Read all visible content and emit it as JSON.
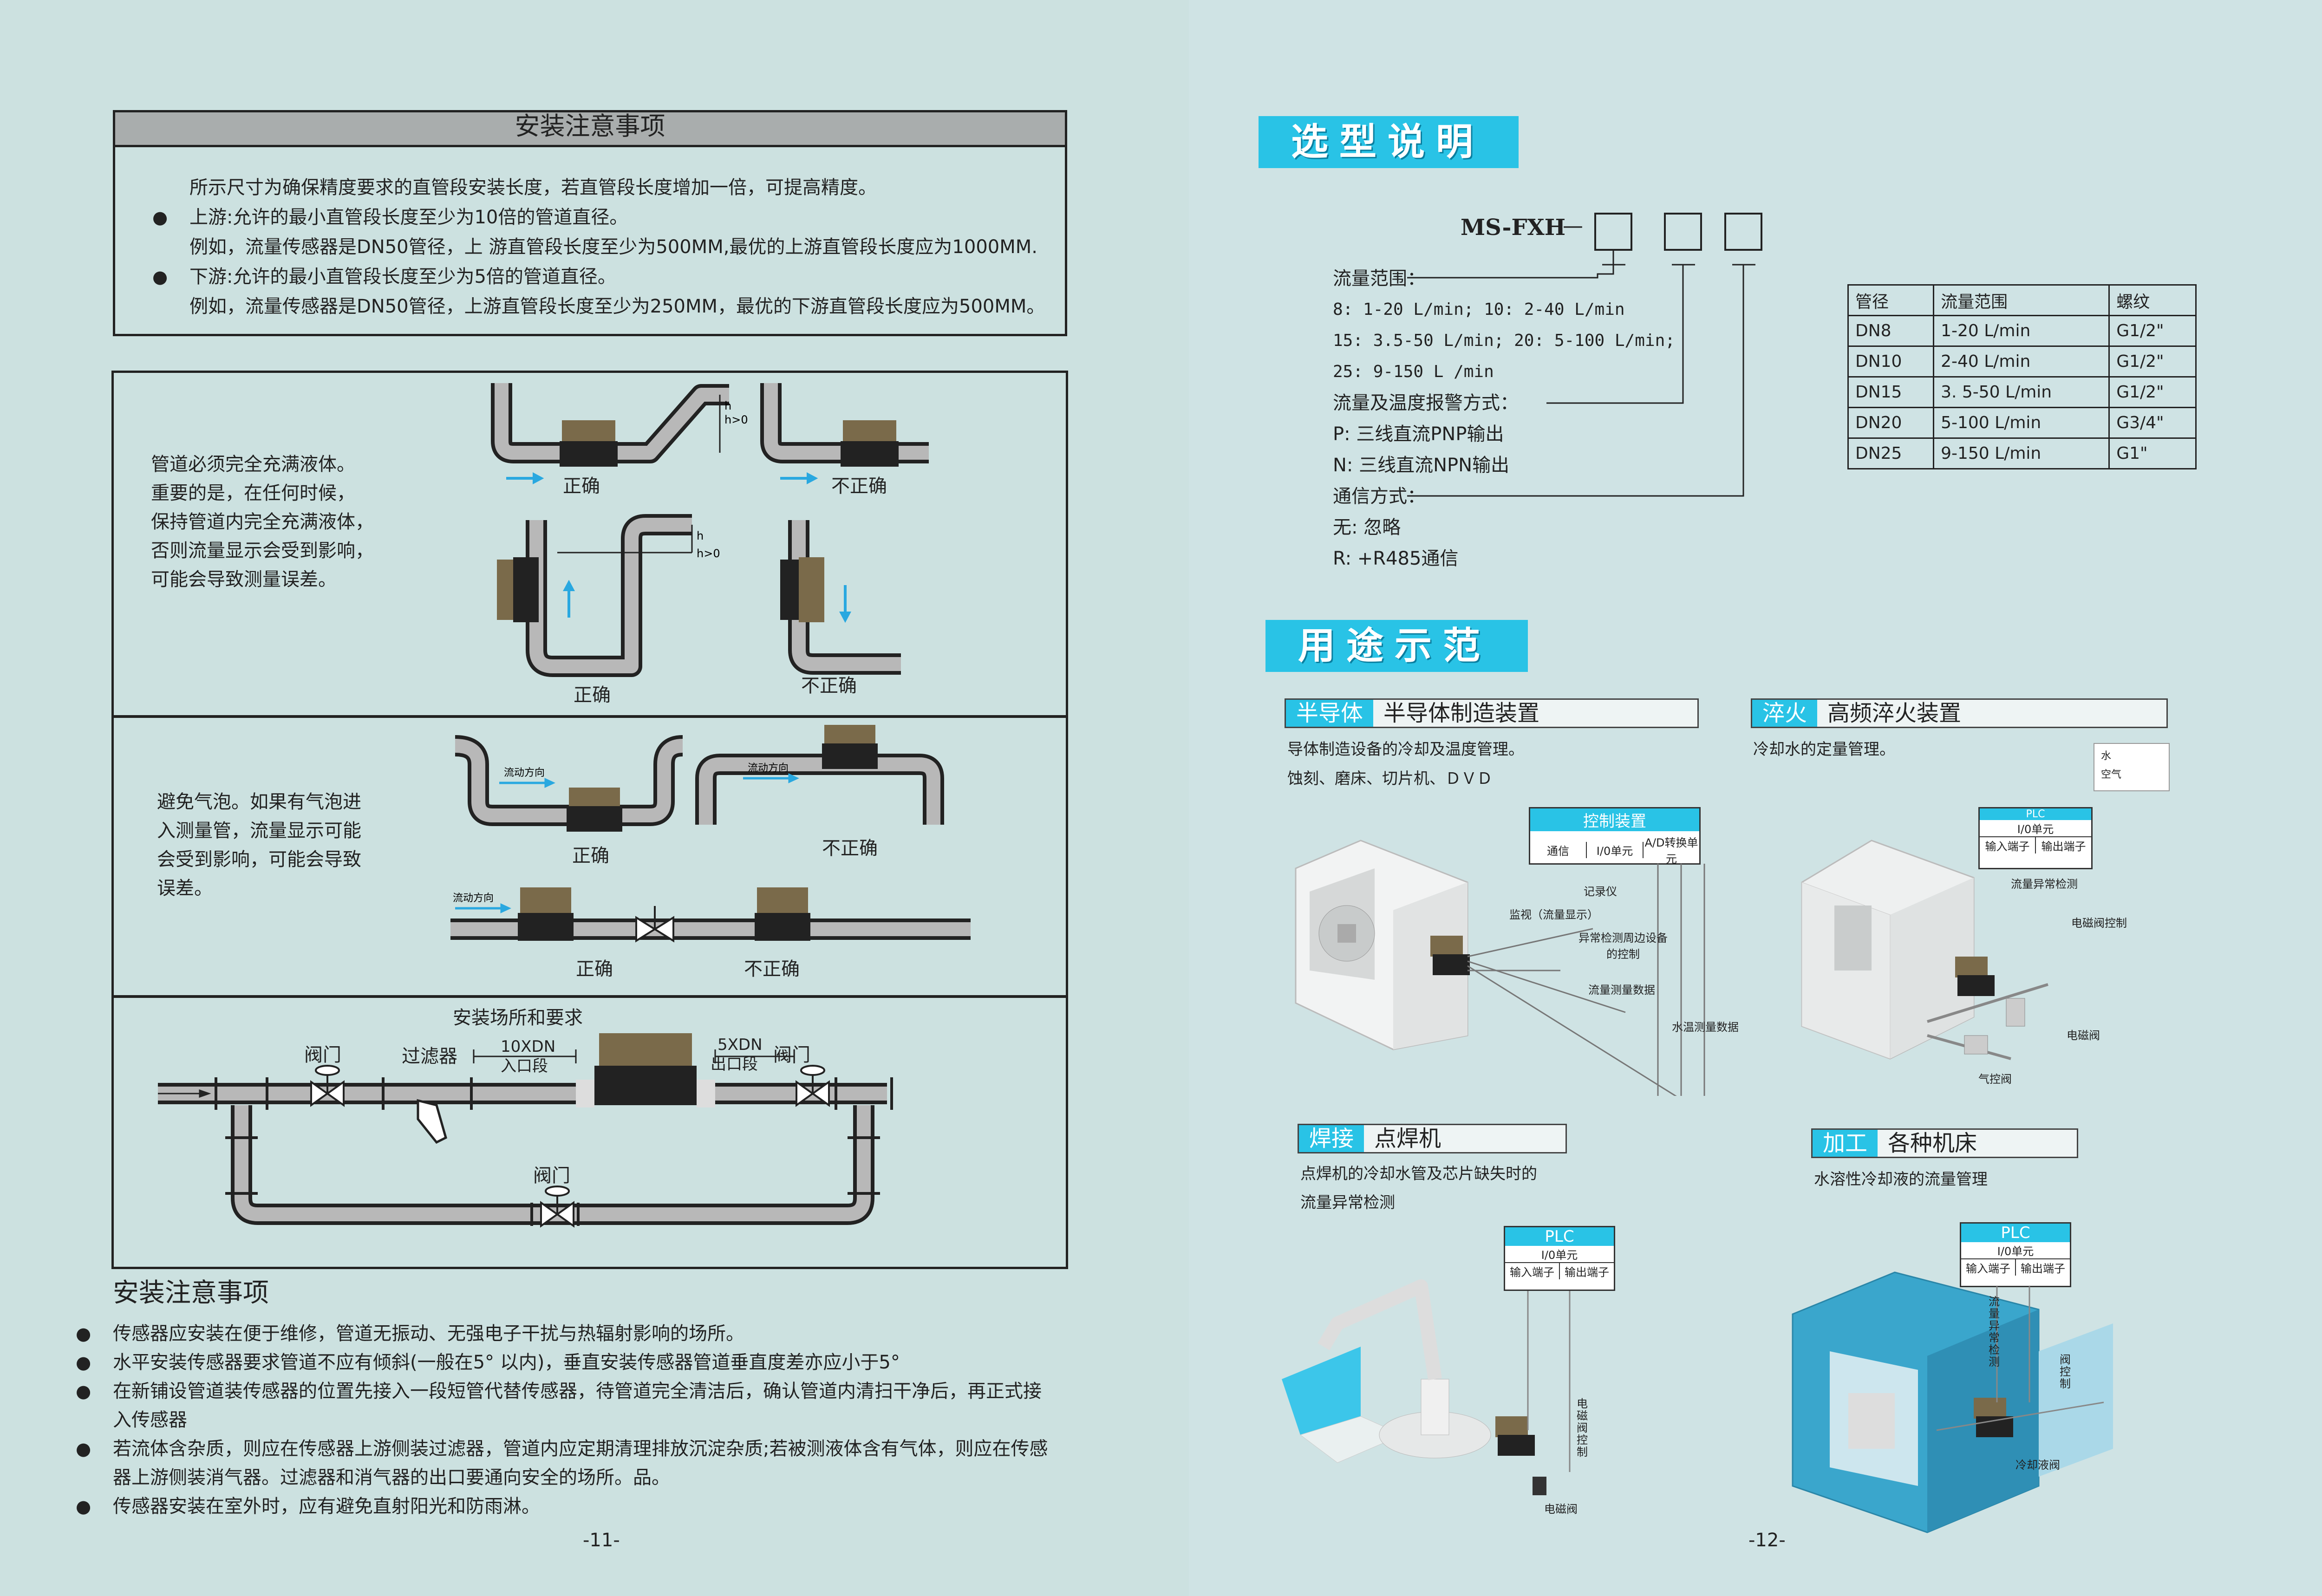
{
  "left": {
    "notice_title": "安装注意事项",
    "notice_lines": [
      "所示尺寸为确保精度要求的直管段安装长度，若直管段长度增加一倍，可提高精度。",
      "上游:允许的最小直管段长度至少为10倍的管道直径。",
      "例如，流量传感器是DN50管径，上  游直管段长度至少为500MM,最优的上游直管段长度应为1000MM.",
      "下游:允许的最小直管段长度至少为5倍的管道直径。",
      "例如，流量传感器是DN50管径，上游直管段长度至少为250MM，最优的下游直管段长度应为500MM。"
    ],
    "section1_text": [
      "管道必须完全充满液体。",
      "重要的是，在任何时候，",
      "保持管道内完全充满液体，",
      "否则流量显示会受到影响，",
      "可能会导致测量误差。"
    ],
    "section2_text": [
      "避免气泡。如果有气泡进",
      "入测量管，流量显示可能",
      "会受到影响，可能会导致",
      "误差。"
    ],
    "correct": "正确",
    "incorrect": "不正确",
    "h_label": "h",
    "h_gt0": "h>0",
    "flow_dir": "流动方向",
    "section3_title": "安装场所和要求",
    "valve": "阀门",
    "filter": "过滤器",
    "inlet_len": "10XDN",
    "inlet_label": "入口段",
    "outlet_len": "5XDN",
    "outlet_label": "出口段",
    "notes_title": "安装注意事项",
    "notes": [
      "传感器应安装在便于维修，管道无振动、无强电子干扰与热辐射影响的场所。",
      "水平安装传感器要求管道不应有倾斜(一般在5° 以内)，垂直安装传感器管道垂直度差亦应小于5°",
      "在新铺设管道装传感器的位置先接入一段短管代替传感器，待管道完全清洁后，确认管道内清扫干净后，再正式接",
      "入传感器",
      "若流体含杂质，则应在传感器上游侧装过滤器，管道内应定期清理排放沉淀杂质;若被测液体含有气体，则应在传感",
      "器上游侧装消气器。过滤器和消气器的出口要通向安全的场所。品。",
      "传感器安装在室外时，应有避免直射阳光和防雨淋。"
    ],
    "page_no": "-11-"
  },
  "right": {
    "selection_banner": "选型说明",
    "model": "MS-FXH",
    "model_dash": "—",
    "spec_lines": [
      "流量范围：",
      "8: 1-20 L/min; 10: 2-40 L/min",
      "15: 3.5-50 L/min; 20: 5-100 L/min;",
      "25: 9-150 L /min",
      "流量及温度报警方式：",
      "P: 三线直流PNP输出",
      "N: 三线直流NPN输出",
      "通信方式：",
      "无: 忽略",
      "R: +R485通信"
    ],
    "table_header": [
      "管径",
      "流量范围",
      "螺纹"
    ],
    "table_rows": [
      [
        "DN8",
        "1-20 L/min",
        "G1/2\""
      ],
      [
        "DN10",
        "2-40 L/min",
        "G1/2\""
      ],
      [
        "DN15",
        "3. 5-50 L/min",
        "G1/2\""
      ],
      [
        "DN20",
        "5-100 L/min",
        "G3/4\""
      ],
      [
        "DN25",
        "9-150 L/min",
        "G1\""
      ]
    ],
    "usage_banner": "用途示范",
    "apps": {
      "semi": {
        "category": "半导体",
        "title": "半导体制造装置",
        "desc": [
          "导体制造设备的冷却及温度管理。",
          "蚀刻、磨床、切片机、ＤＶＤ"
        ]
      },
      "quench": {
        "category": "淬火",
        "title": "高频淬火装置",
        "desc": [
          "冷却水的定量管理。"
        ]
      },
      "weld": {
        "category": "焊接",
        "title": "点焊机",
        "desc": [
          "点焊机的冷却水管及芯片缺失时的",
          "流量异常检测"
        ]
      },
      "machine": {
        "category": "加工",
        "title": "各种机床",
        "desc": [
          "水溶性冷却液的流量管理"
        ]
      }
    },
    "semi_ctrl": {
      "title": "控制装置",
      "cells": [
        "通信",
        "I/0单元",
        "A/D转换单元"
      ],
      "labels": [
        "记录仪",
        "监视（流量显示）",
        "异常检测周边设备的控制",
        "流量测量数据",
        "水温测量数据"
      ]
    },
    "quench_legend": [
      "水",
      "空气"
    ],
    "quench_ctrl": {
      "title": "PLC",
      "cells": [
        "I/0单元",
        "输入端子",
        "输出端子"
      ],
      "labels": [
        "流量异常检测",
        "电磁阀控制",
        "电磁阀",
        "气控阀"
      ]
    },
    "weld_ctrl": {
      "title": "PLC",
      "cells": [
        "I/0单元",
        "输入端子",
        "输出端子"
      ],
      "labels": [
        "电磁阀控制",
        "电磁阀"
      ]
    },
    "mach_ctrl": {
      "title": "PLC",
      "cells": [
        "I/0单元",
        "输入端子",
        "输出端子"
      ],
      "labels": [
        "流量异常检测",
        "阀控制",
        "冷却液阀"
      ]
    },
    "page_no": "-12-",
    "colors": {
      "accent": "#29c3e6",
      "sensor_brown": "#7a6a4a"
    }
  }
}
